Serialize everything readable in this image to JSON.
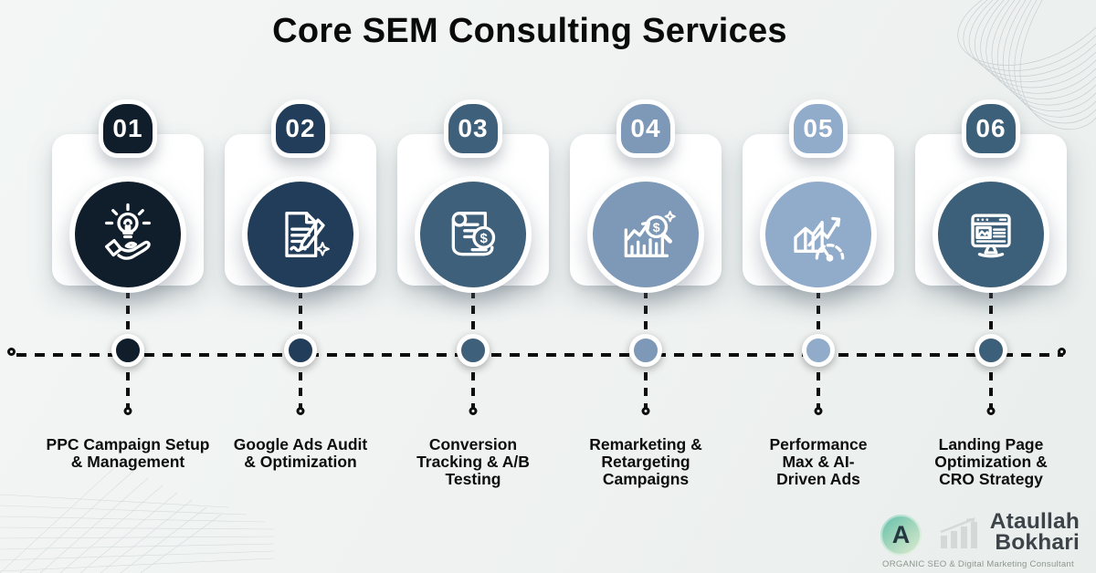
{
  "title": "Core SEM Consulting Services",
  "theme": {
    "background": "#eff2f1",
    "card_bg": "#ffffff",
    "line_color": "#0d0d0d",
    "label_color": "#0d0d0d"
  },
  "items": [
    {
      "number": "01",
      "color": "#101e2c",
      "icon": "idea-hand-icon",
      "label_lines": [
        "PPC Campaign Setup",
        "& Management"
      ]
    },
    {
      "number": "02",
      "color": "#213d59",
      "icon": "document-pen-icon",
      "label_lines": [
        "Google Ads Audit",
        "& Optimization"
      ]
    },
    {
      "number": "03",
      "color": "#3e607a",
      "icon": "receipt-dollar-icon",
      "label_lines": [
        "Conversion",
        "Tracking & A/B",
        "Testing"
      ]
    },
    {
      "number": "04",
      "color": "#7e99b7",
      "icon": "chart-magnifier-icon",
      "label_lines": [
        "Remarketing &",
        "Retargeting",
        "Campaigns"
      ]
    },
    {
      "number": "05",
      "color": "#91abca",
      "icon": "growth-gauge-icon",
      "label_lines": [
        "Performance",
        "Max & AI-",
        "Driven Ads"
      ]
    },
    {
      "number": "06",
      "color": "#3d607a",
      "icon": "landing-page-icon",
      "label_lines": [
        "Landing Page",
        "Optimization &",
        "CRO Strategy"
      ]
    }
  ],
  "brand": {
    "monogram": "A",
    "name_line1": "Ataullah",
    "name_line2": "Bokhari",
    "tagline": "ORGANIC SEO & Digital Marketing Consultant",
    "accent_color": "#6ec3ae"
  }
}
